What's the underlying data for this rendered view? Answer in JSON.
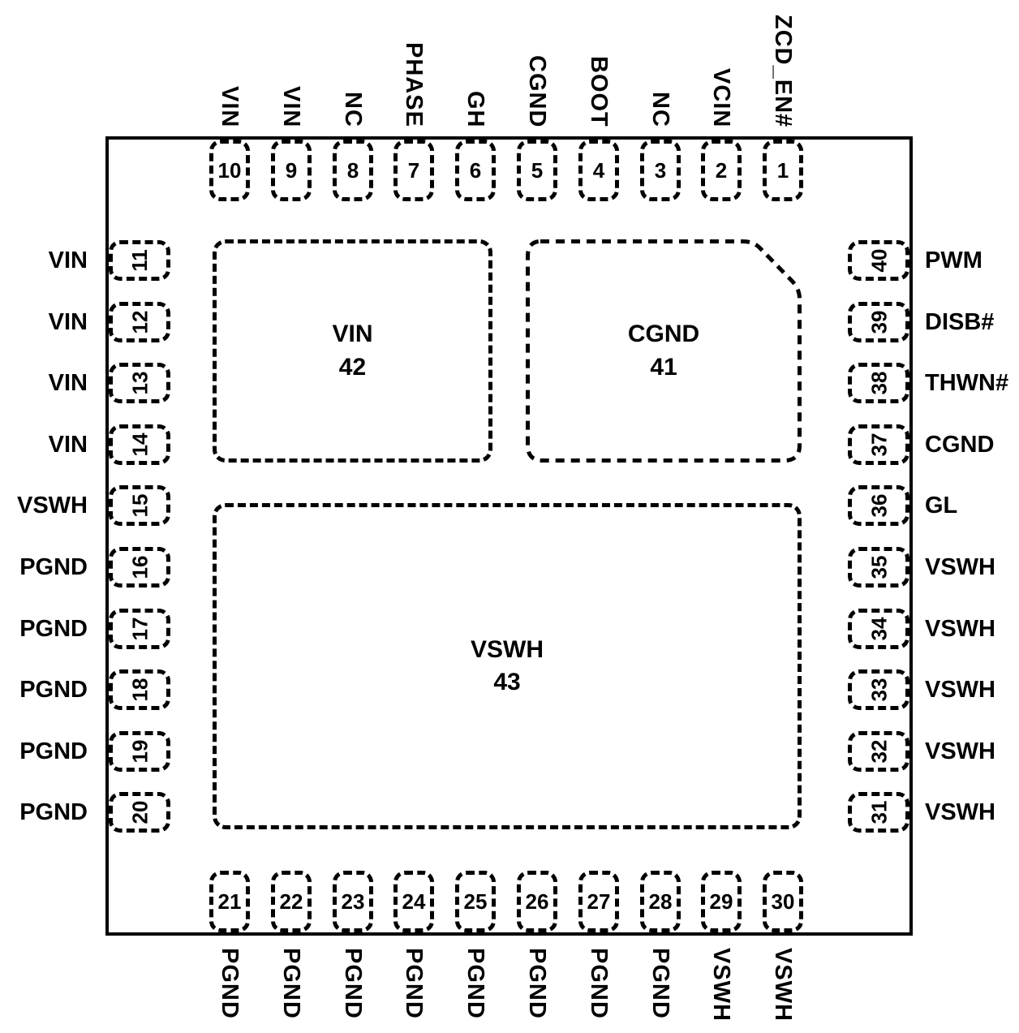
{
  "pads": {
    "vin": {
      "name": "VIN",
      "number": "42"
    },
    "cgnd": {
      "name": "CGND",
      "number": "41"
    },
    "vswh": {
      "name": "VSWH",
      "number": "43"
    }
  },
  "pins": {
    "top": [
      {
        "number": "10",
        "label": "VIN"
      },
      {
        "number": "9",
        "label": "VIN"
      },
      {
        "number": "8",
        "label": "NC"
      },
      {
        "number": "7",
        "label": "PHASE"
      },
      {
        "number": "6",
        "label": "GH"
      },
      {
        "number": "5",
        "label": "CGND"
      },
      {
        "number": "4",
        "label": "BOOT"
      },
      {
        "number": "3",
        "label": "NC"
      },
      {
        "number": "2",
        "label": "VCIN"
      },
      {
        "number": "1",
        "label": "ZCD_EN#"
      }
    ],
    "left": [
      {
        "number": "11",
        "label": "VIN"
      },
      {
        "number": "12",
        "label": "VIN"
      },
      {
        "number": "13",
        "label": "VIN"
      },
      {
        "number": "14",
        "label": "VIN"
      },
      {
        "number": "15",
        "label": "VSWH"
      },
      {
        "number": "16",
        "label": "PGND"
      },
      {
        "number": "17",
        "label": "PGND"
      },
      {
        "number": "18",
        "label": "PGND"
      },
      {
        "number": "19",
        "label": "PGND"
      },
      {
        "number": "20",
        "label": "PGND"
      }
    ],
    "right": [
      {
        "number": "40",
        "label": "PWM"
      },
      {
        "number": "39",
        "label": "DISB#"
      },
      {
        "number": "38",
        "label": "THWN#"
      },
      {
        "number": "37",
        "label": "CGND"
      },
      {
        "number": "36",
        "label": "GL"
      },
      {
        "number": "35",
        "label": "VSWH"
      },
      {
        "number": "34",
        "label": "VSWH"
      },
      {
        "number": "33",
        "label": "VSWH"
      },
      {
        "number": "32",
        "label": "VSWH"
      },
      {
        "number": "31",
        "label": "VSWH"
      }
    ],
    "bottom": [
      {
        "number": "21",
        "label": "PGND"
      },
      {
        "number": "22",
        "label": "PGND"
      },
      {
        "number": "23",
        "label": "PGND"
      },
      {
        "number": "24",
        "label": "PGND"
      },
      {
        "number": "25",
        "label": "PGND"
      },
      {
        "number": "26",
        "label": "PGND"
      },
      {
        "number": "27",
        "label": "PGND"
      },
      {
        "number": "28",
        "label": "PGND"
      },
      {
        "number": "29",
        "label": "VSWH"
      },
      {
        "number": "30",
        "label": "VSWH"
      }
    ]
  }
}
